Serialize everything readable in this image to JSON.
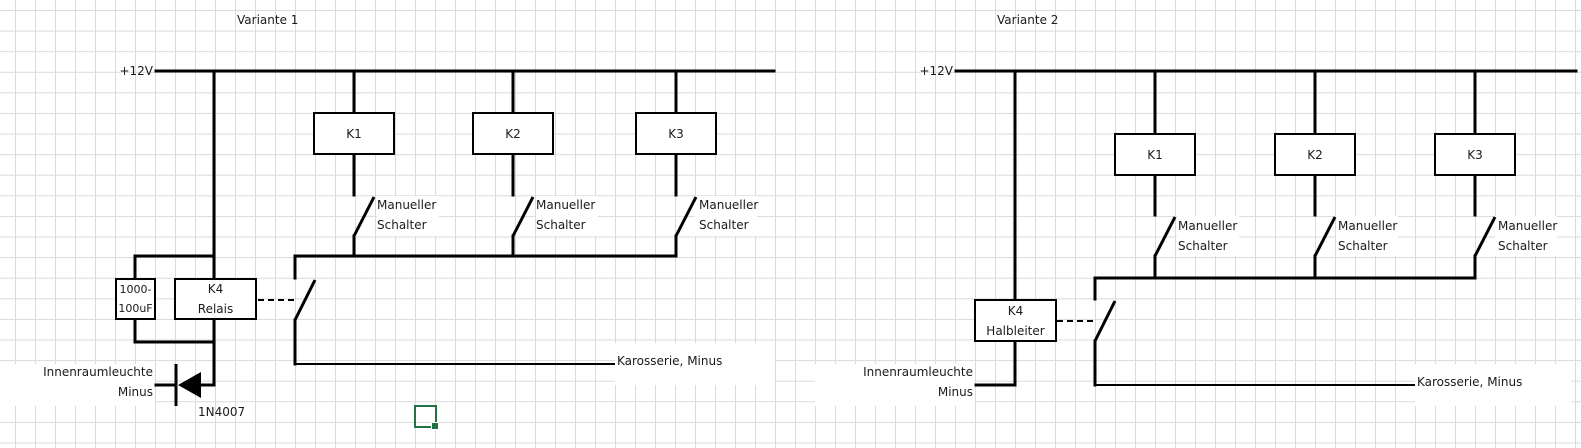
{
  "sheet": {
    "grid_color": "#dadada",
    "selection_color": "#217346"
  },
  "variante1": {
    "title": "Variante 1",
    "supply_label": "+12V",
    "relays": [
      {
        "label": "K1",
        "switch_label_1": "Manueller",
        "switch_label_2": "Schalter"
      },
      {
        "label": "K2",
        "switch_label_1": "Manueller",
        "switch_label_2": "Schalter"
      },
      {
        "label": "K3",
        "switch_label_1": "Manueller",
        "switch_label_2": "Schalter"
      }
    ],
    "capacitor": {
      "line1": "1000-",
      "line2": "100uF"
    },
    "k4": {
      "line1": "K4",
      "line2": "Relais"
    },
    "lamp_label_1": "Innenraumleuchte",
    "lamp_label_2": "Minus",
    "diode_label": "1N4007",
    "ground_label": "Karosserie, Minus"
  },
  "variante2": {
    "title": "Variante 2",
    "supply_label": "+12V",
    "relays": [
      {
        "label": "K1",
        "switch_label_1": "Manueller",
        "switch_label_2": "Schalter"
      },
      {
        "label": "K2",
        "switch_label_1": "Manueller",
        "switch_label_2": "Schalter"
      },
      {
        "label": "K3",
        "switch_label_1": "Manueller",
        "switch_label_2": "Schalter"
      }
    ],
    "k4": {
      "line1": "K4",
      "line2": "Halbleiter"
    },
    "lamp_label_1": "Innenraumleuchte",
    "lamp_label_2": "Minus",
    "ground_label": "Karosserie, Minus"
  }
}
